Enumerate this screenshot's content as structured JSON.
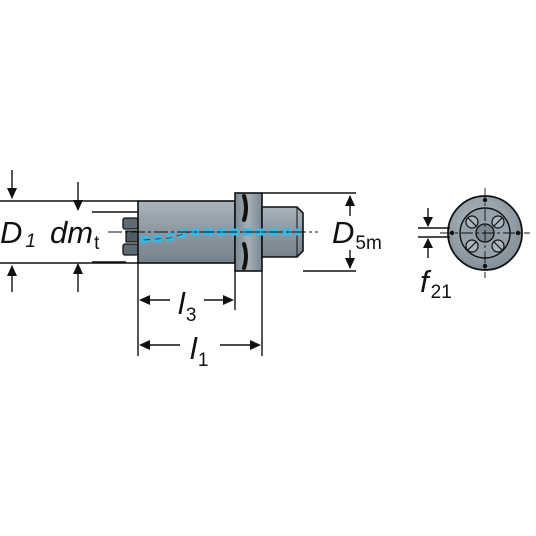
{
  "labels": {
    "d1_main": "D",
    "d1_sub": "1",
    "dmt_main": "dm",
    "dmt_sub": "t",
    "d5m_main": "D",
    "d5m_sub": "5m",
    "l3_main": "l",
    "l3_sub": "3",
    "l1_main": "l",
    "l1_sub": "1",
    "f21_main": "f",
    "f21_sub": "21"
  },
  "colors": {
    "body_fill": "#8e9ba5",
    "body_light": "#b3bdc4",
    "body_dark": "#6c7882",
    "coolant": "#35b9e8",
    "line": "#111111",
    "background": "#ffffff"
  }
}
